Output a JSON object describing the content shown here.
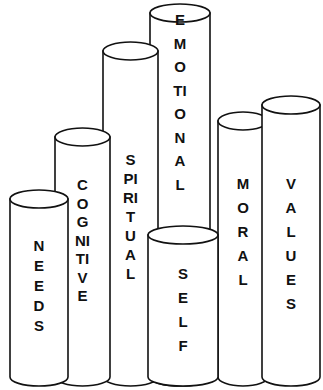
{
  "diagram": {
    "nodes": [
      {
        "text": [
          "NEEDS"
        ]
      },
      {
        "text": [
          "COGNITIVE"
        ]
      },
      {
        "text": [
          "SPIRITUAL"
        ]
      },
      {
        "text": [
          "EMOTIONAL"
        ]
      },
      {
        "text": [
          "SELF"
        ]
      },
      {
        "text": [
          "MORAL"
        ]
      },
      {
        "text": [
          "VALUES"
        ]
      }
    ]
  }
}
